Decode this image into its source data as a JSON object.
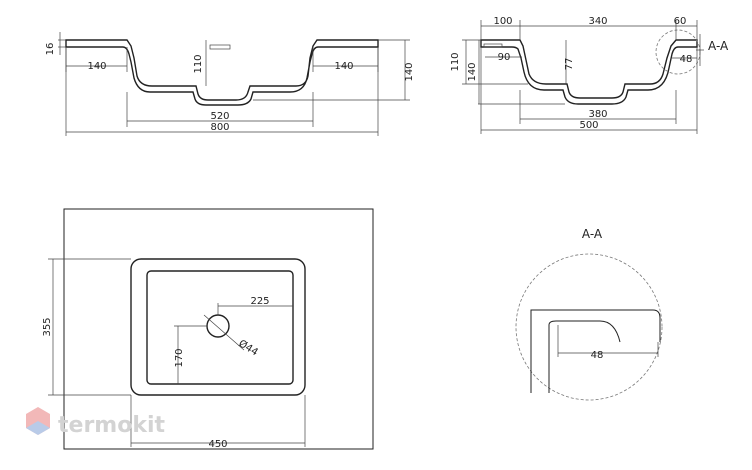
{
  "front_view": {
    "thickness": "16",
    "rim_left": "140",
    "rim_right": "140",
    "bowl_depth": "110",
    "total_height": "140",
    "bowl_width": "520",
    "total_width": "800"
  },
  "side_view": {
    "back_edge": "100",
    "bowl_length": "340",
    "front_edge": "60",
    "back_offset": "90",
    "drain_depth": "77",
    "depth_110": "110",
    "height_140": "140",
    "section_width": "48",
    "bottom_length": "380",
    "total_length": "500",
    "section_label": "A-A"
  },
  "top_view": {
    "drain_offset_x": "225",
    "drain_diameter": "Ø44",
    "drain_offset_y": "170",
    "bowl_height": "355",
    "bowl_inner_width": "450"
  },
  "detail_view": {
    "title": "A-A",
    "width": "48"
  },
  "watermark": {
    "brand": "termokit",
    "logo_color": "#f2b8b8",
    "logo_color_2": "#b9cbe8"
  }
}
